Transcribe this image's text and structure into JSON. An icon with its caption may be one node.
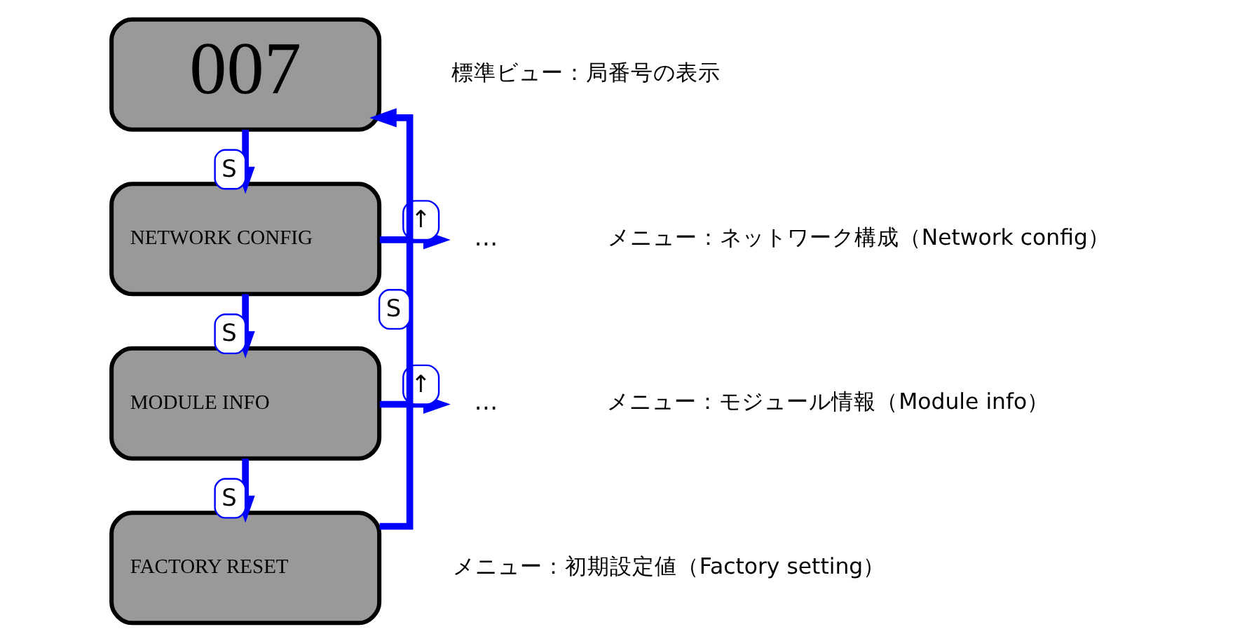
{
  "diagram": {
    "nodes": [
      {
        "text": [
          "007"
        ]
      },
      {
        "text": [
          "NETWORK CONFIG"
        ]
      },
      {
        "text": [
          "MODULE INFO"
        ]
      },
      {
        "text": [
          "FACTORY RESET"
        ]
      },
      {
        "text": [
          "…"
        ]
      },
      {
        "text": [
          "…"
        ]
      }
    ],
    "edges": [
      {
        "from": 0,
        "to": 1,
        "arrow": "to",
        "label": "S"
      },
      {
        "from": 1,
        "to": 4,
        "arrow": "to",
        "label": "↑"
      },
      {
        "from": 1,
        "to": 2,
        "arrow": "to",
        "label": "S"
      },
      {
        "from": 2,
        "to": 5,
        "arrow": "to",
        "label": "↑"
      },
      {
        "from": 2,
        "to": 3,
        "arrow": "to",
        "label": "S"
      },
      {
        "from": 3,
        "to": 0,
        "arrow": "to",
        "label": "S"
      }
    ],
    "labels": [
      "標準ビュー：局番号の表示",
      "メニュー：ネットワーク構成（Network config）",
      "メニュー：モジュール情報（Module info）",
      "メニュー：初期設定値（Factory setting）"
    ]
  }
}
